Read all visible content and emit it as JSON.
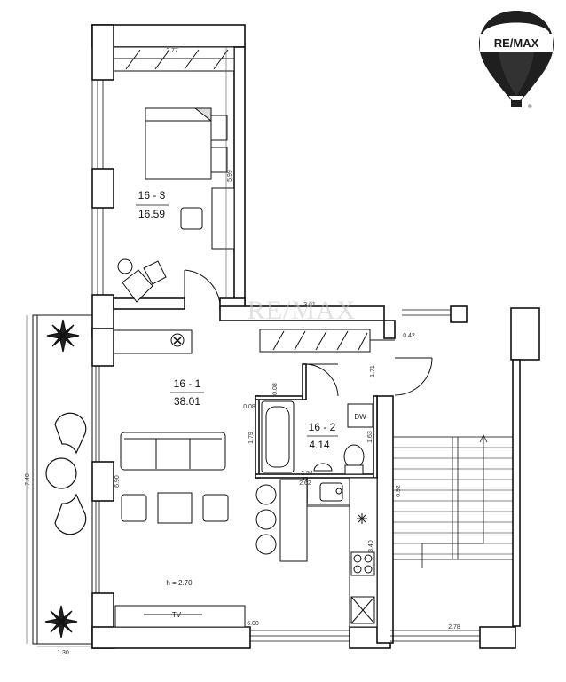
{
  "logo": {
    "brand": "RE/MAX",
    "mark": "®"
  },
  "watermark": "RE/MAX",
  "rooms": [
    {
      "id": "16 - 3",
      "area": "16.59"
    },
    {
      "id": "16 - 1",
      "area": "38.01"
    },
    {
      "id": "16 - 2",
      "area": "4.14"
    }
  ],
  "labels": {
    "dw": "DW",
    "tv": "TV",
    "height": "h = 2.70"
  },
  "dimensions": {
    "bedroom_width": "2.77",
    "bedroom_length": "5.99",
    "hall_width": "3.01",
    "hall_gap": "0.42",
    "hall_length": "1.71",
    "bath_wall_a": "0.08",
    "bath_wall_b": "0.08",
    "bath_length": "1.79",
    "bath_width_a": "2.54",
    "bath_width_b": "2.62",
    "bath_depth": "1.63",
    "balcony_length": "7.40",
    "living_length": "6.90",
    "stair_length": "6.92",
    "kitchen_length": "3.40",
    "living_width": "6.00",
    "balcony_width": "1.30",
    "stair_width": "2.78"
  },
  "colors": {
    "wall": "#ffffff",
    "line": "#111111",
    "watermark": "#c9c9c9",
    "balloon": "#1f1f1f"
  }
}
